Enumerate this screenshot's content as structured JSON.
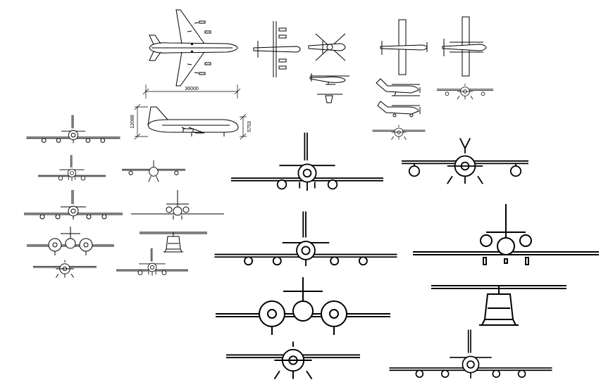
{
  "drawing": {
    "title": "",
    "dimensions": {
      "top_view_length": "36000",
      "side_view_height": "12088",
      "side_view_gear_height": "5753"
    }
  },
  "aircraft": [
    {
      "name": "jumbo-jet-top-view"
    },
    {
      "name": "turboprop-cargo-top-view"
    },
    {
      "name": "attack-helicopter-top-view"
    },
    {
      "name": "high-wing-cessna-top-view"
    },
    {
      "name": "seaplane-top-view"
    },
    {
      "name": "airliner-side-view"
    },
    {
      "name": "attack-helicopter-side-view"
    },
    {
      "name": "cessna-side-view"
    }
  ]
}
